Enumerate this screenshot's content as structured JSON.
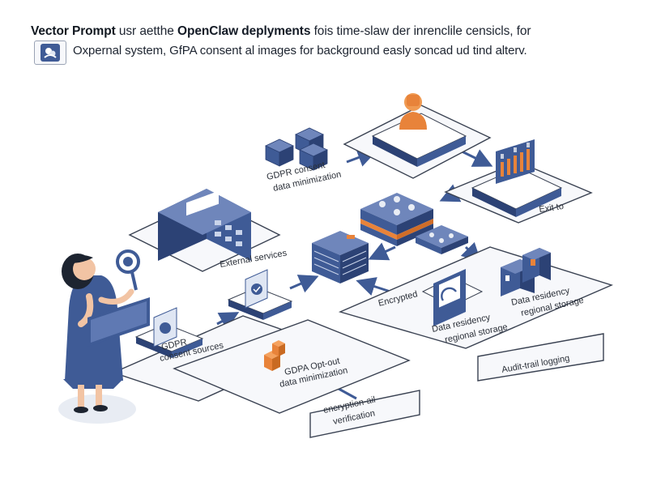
{
  "header": {
    "line1_lead": "Vector Prompt",
    "line1_mid": "usr aetthe",
    "line1_brand": "OpenClaw deplyments",
    "line1_tail": "fois time-slaw der inrenclile censicls, for",
    "line2": "Oxpernal system, GfPA consent al images for background easly soncad ud tind alterv."
  },
  "colors": {
    "navy": "#3f5b96",
    "navy_dark": "#2c4275",
    "navy_light": "#6f86bb",
    "orange": "#e8833a",
    "platform_top": "#f2f4f8",
    "outline": "#3a4252"
  },
  "labels": {
    "gdpr_minimization": [
      "GDPR consent",
      "data minimization"
    ],
    "external_services": "External services",
    "gdpr_consent_sources": [
      "GDPR",
      "consent sources"
    ],
    "gdpa_opt_out": [
      "GDPA Opt-out",
      "data minimization"
    ],
    "encrypted_verification": [
      "encryption-ail",
      "verification"
    ],
    "encrypted_regional": "Encrypted",
    "data_residency_regional": [
      "Data residency",
      "regional storage"
    ],
    "data_residency_regional_right": [
      "Data residency",
      "regional storage"
    ],
    "exit_to": "Exit to",
    "audit_trail": "Audit-trail logging"
  }
}
